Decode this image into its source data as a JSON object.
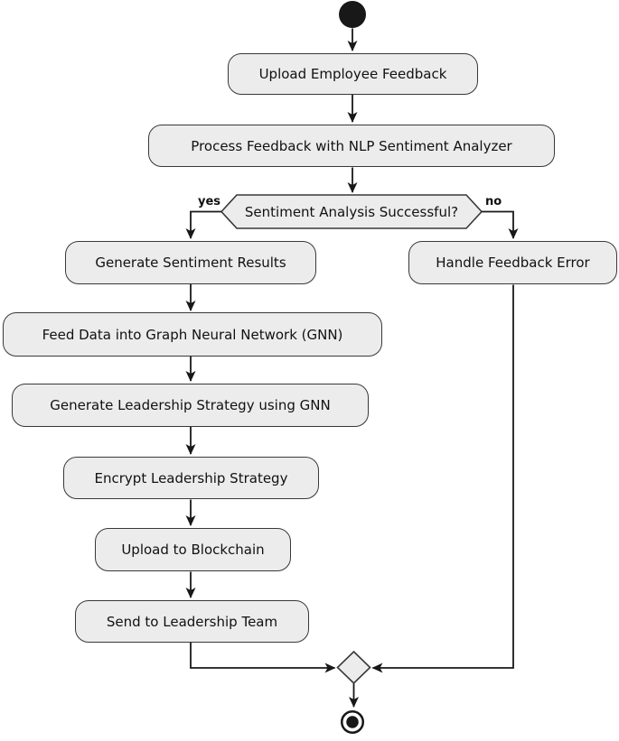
{
  "diagram": {
    "kind": "uml-activity-flowchart",
    "nodes": {
      "upload_feedback": {
        "label": "Upload Employee Feedback"
      },
      "process_feedback": {
        "label": "Process Feedback with NLP Sentiment Analyzer"
      },
      "decision": {
        "label": "Sentiment Analysis Successful?",
        "yes": "yes",
        "no": "no"
      },
      "generate_sentiment": {
        "label": "Generate Sentiment Results"
      },
      "feed_gnn": {
        "label": "Feed Data into Graph Neural Network (GNN)"
      },
      "generate_strategy": {
        "label": "Generate Leadership Strategy using GNN"
      },
      "encrypt_strategy": {
        "label": "Encrypt Leadership Strategy"
      },
      "upload_blockchain": {
        "label": "Upload to Blockchain"
      },
      "send_team": {
        "label": "Send to Leadership Team"
      },
      "handle_error": {
        "label": "Handle Feedback Error"
      }
    },
    "edges": [
      {
        "from": "start",
        "to": "upload_feedback",
        "label": ""
      },
      {
        "from": "upload_feedback",
        "to": "process_feedback",
        "label": ""
      },
      {
        "from": "process_feedback",
        "to": "decision",
        "label": ""
      },
      {
        "from": "decision",
        "to": "generate_sentiment",
        "label": "yes"
      },
      {
        "from": "decision",
        "to": "handle_error",
        "label": "no"
      },
      {
        "from": "generate_sentiment",
        "to": "feed_gnn",
        "label": ""
      },
      {
        "from": "feed_gnn",
        "to": "generate_strategy",
        "label": ""
      },
      {
        "from": "generate_strategy",
        "to": "encrypt_strategy",
        "label": ""
      },
      {
        "from": "encrypt_strategy",
        "to": "upload_blockchain",
        "label": ""
      },
      {
        "from": "upload_blockchain",
        "to": "send_team",
        "label": ""
      },
      {
        "from": "send_team",
        "to": "merge",
        "label": ""
      },
      {
        "from": "handle_error",
        "to": "merge",
        "label": ""
      },
      {
        "from": "merge",
        "to": "end",
        "label": ""
      }
    ],
    "colors": {
      "node_fill": "#ececec",
      "node_border": "#383838",
      "line": "#181818",
      "text": "#111111",
      "background": "#ffffff"
    }
  }
}
